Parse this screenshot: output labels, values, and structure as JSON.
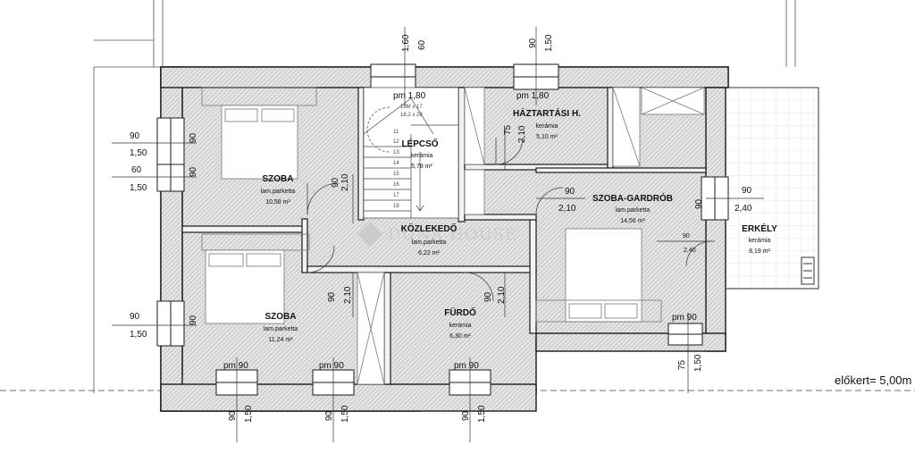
{
  "rooms": {
    "szoba1": {
      "name": "SZOBA",
      "material": "lam.parketta",
      "area": "10,58 m²"
    },
    "szoba2": {
      "name": "SZOBA",
      "material": "lam.parketta",
      "area": "11,24 m²"
    },
    "lepcso": {
      "name": "LÉPCSŐ",
      "material": "kerámia",
      "area": "5,78 m²"
    },
    "kozlekedo": {
      "name": "KÖZLEKEDŐ",
      "material": "lam.parketta",
      "area": "6,22 m²"
    },
    "haztartasi": {
      "name": "HÁZTARTÁSI H.",
      "material": "kerámia",
      "area": "5,10 m²"
    },
    "gardrob": {
      "name": "SZOBA-GARDRÓB",
      "material": "lam.parketta",
      "area": "14,56 m²"
    },
    "furdo": {
      "name": "FÜRDŐ",
      "material": "kerámia",
      "area": "6,30 m²"
    },
    "erkely": {
      "name": "ERKÉLY",
      "material": "kerámia",
      "area": "8,19 m²"
    }
  },
  "stair_info": {
    "steps": "19M x 17",
    "rise": "18,2 x 28"
  },
  "stair_numbers": [
    "11",
    "12",
    "13",
    "14",
    "15",
    "16",
    "17",
    "18"
  ],
  "watermark": "DUNA HOUSE",
  "setback_label": "előkert= 5,00m",
  "dimensions": {
    "left_90_a": "90",
    "left_150_a": "1,50",
    "left_90_b": "90",
    "left_60": "60",
    "left_150_b": "1,50",
    "left_90_c": "90",
    "left_90_d": "90",
    "left_150_c": "1,50",
    "left_90_e": "90",
    "top_160": "1,60",
    "top_60": "60",
    "top_90": "90",
    "top_150": "1,50",
    "pm_180_a": "pm 1,80",
    "pm_180_b": "pm 1,80",
    "door_90_210_a": "90",
    "door_210_a": "2,10",
    "door_90_210_b": "90",
    "door_210_b": "2,10",
    "door_90_210_c": "90",
    "door_210_c": "2,10",
    "door_75_210": "75",
    "door_210_d": "2,10",
    "door_90_210_e": "90",
    "door_210_e": "2,10",
    "right_90": "90",
    "right_240": "2,40",
    "erk_90": "90",
    "erk_240": "2,40",
    "pm90_a": "pm 90",
    "pm90_b": "pm 90",
    "pm90_c": "pm 90",
    "pm90_d": "pm 90",
    "bot_90_a": "90",
    "bot_150_a": "1,50",
    "bot_90_b": "90",
    "bot_150_b": "1,50",
    "bot_90_c": "90",
    "bot_150_c": "1,50",
    "bot_75": "75",
    "bot_150_d": "1,50"
  },
  "colors": {
    "wall_fill": "#d9d9d9",
    "wall_stroke": "#1a1a1a",
    "line": "#333333"
  }
}
